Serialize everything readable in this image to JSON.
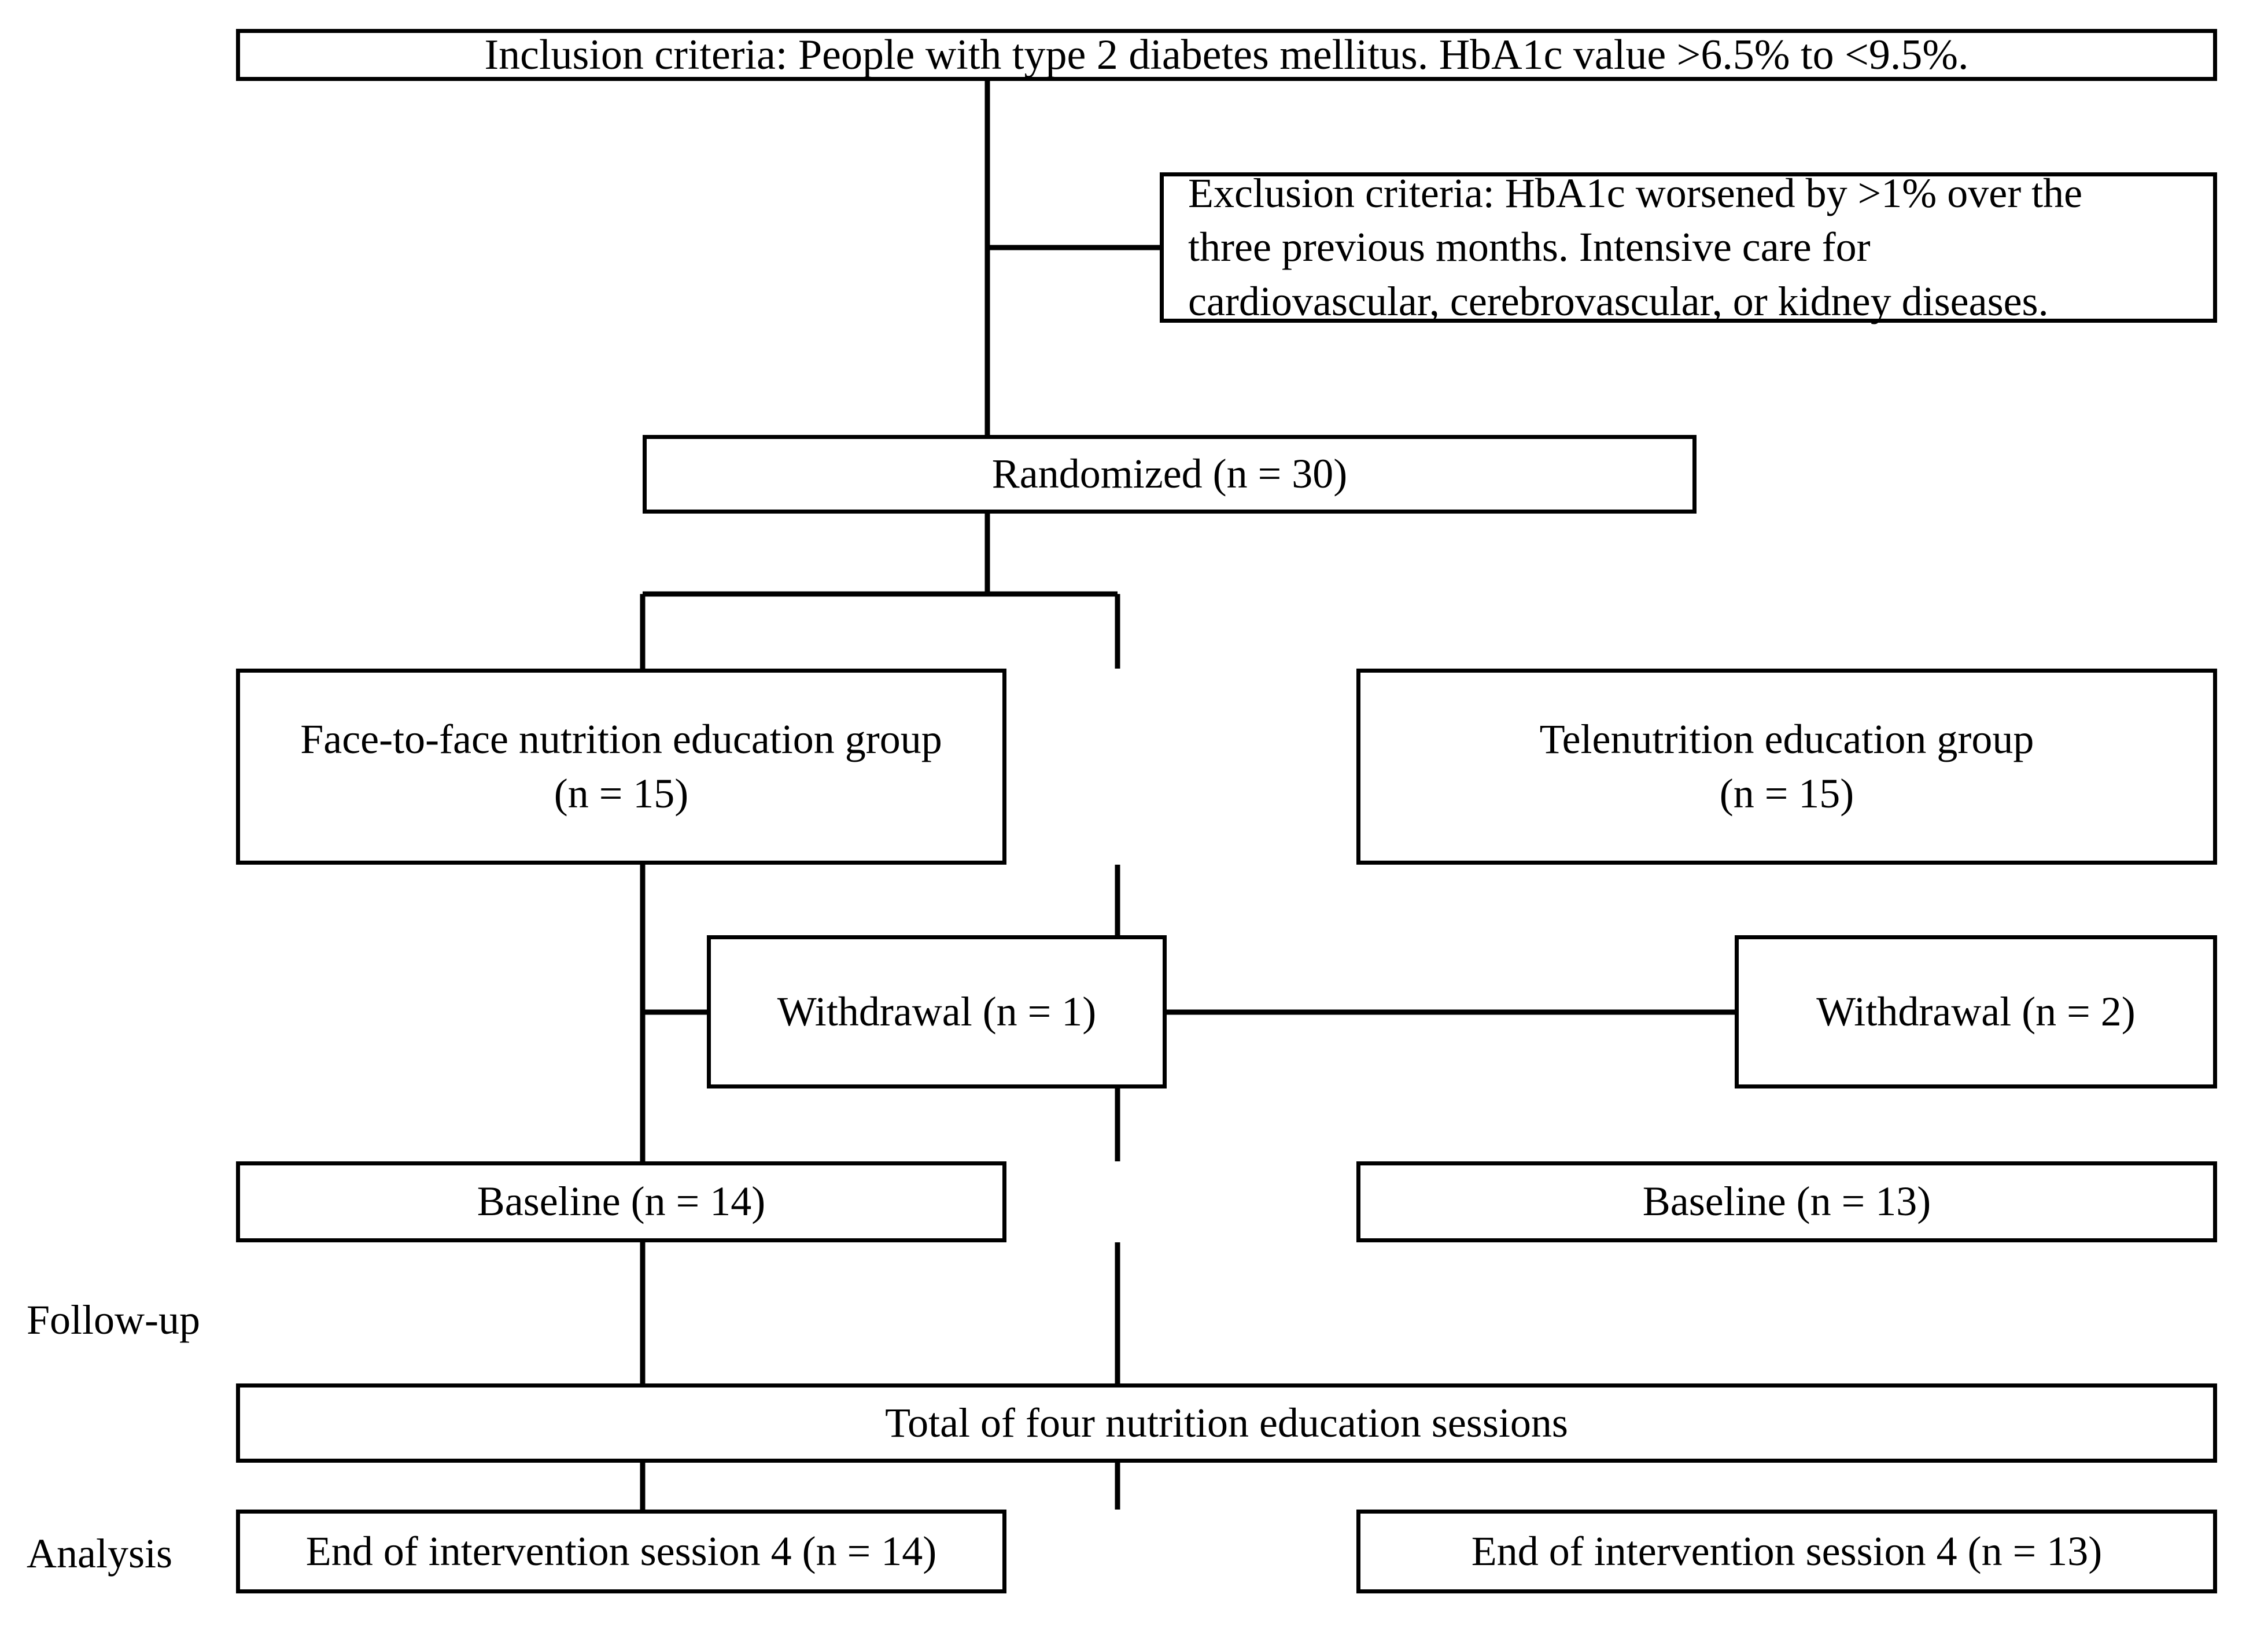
{
  "diagram": {
    "type": "flowchart",
    "title": "CONSORT participant flow diagram",
    "orientation": "top-down",
    "line_color": "#000000",
    "box_fill": "#ffffff",
    "text_color": "#000000"
  },
  "stage_labels": {
    "follow_up": "Follow-up",
    "analysis": "Analysis"
  },
  "nodes": {
    "inclusion": "Inclusion criteria: People with type 2 diabetes mellitus. HbA1c value >6.5% to <9.5%.",
    "exclusion": "Exclusion criteria: HbA1c worsened by >1% over the\nthree previous months. Intensive care for\ncardiovascular, cerebrovascular, or kidney diseases.",
    "randomized": "Randomized (n = 30)",
    "group_left": "Face-to-face nutrition education group\n(n = 15)",
    "group_right": "Telenutrition education group\n(n = 15)",
    "withdrawal_left": "Withdrawal (n = 1)",
    "withdrawal_right": "Withdrawal (n = 2)",
    "baseline_left": "Baseline (n = 14)",
    "baseline_right": "Baseline (n = 13)",
    "sessions": "Total of four nutrition education sessions",
    "end_left": "End of intervention session 4 (n = 14)",
    "end_right": "End of intervention session 4 (n = 13)"
  },
  "counts": {
    "randomized": 30,
    "allocated_face_to_face": 15,
    "allocated_telenutrition": 15,
    "withdrawal_face_to_face": 1,
    "withdrawal_telenutrition": 2,
    "baseline_face_to_face": 14,
    "baseline_telenutrition": 13,
    "analyzed_face_to_face": 14,
    "analyzed_telenutrition": 13,
    "education_sessions": 4
  },
  "criteria_values": {
    "hba1c_lower": ">6.5%",
    "hba1c_upper": "<9.5%",
    "hba1c_worsening_threshold": ">1%",
    "lookback_period": "three previous months"
  }
}
